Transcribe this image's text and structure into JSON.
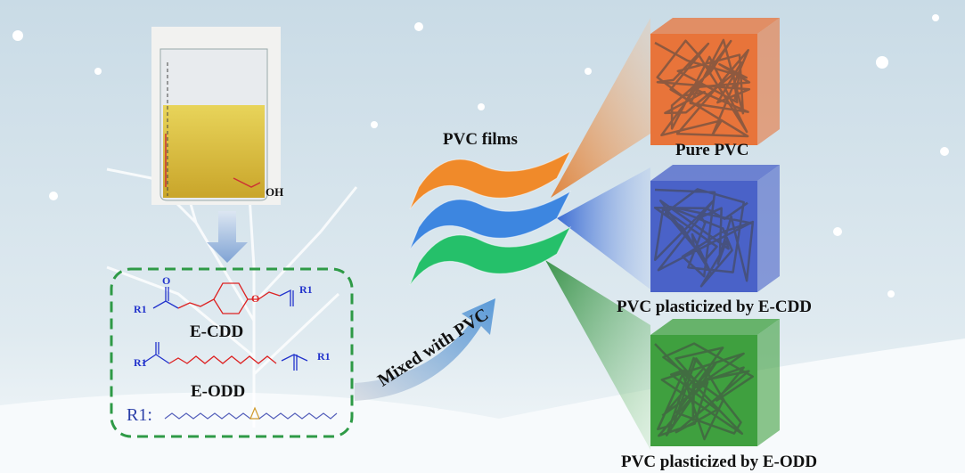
{
  "beaker": {
    "oh_label": "OH"
  },
  "structures": {
    "compound1": {
      "name": "E-CDD"
    },
    "compound2": {
      "name": "E-ODD"
    },
    "r_group_label": "R1:",
    "atom_o": "O",
    "atom_r1": "R1"
  },
  "arrow_label": "Mixed with PVC",
  "films_label": "PVC films",
  "cubes": [
    {
      "label": "Pure PVC",
      "color": "#e8743a"
    },
    {
      "label": "PVC plasticized by E-CDD",
      "color": "#4a62c8"
    },
    {
      "label": "PVC plasticized by E-ODD",
      "color": "#3fa03f"
    }
  ],
  "films": [
    {
      "color": "#f08a2a"
    },
    {
      "color": "#3d86e0"
    },
    {
      "color": "#25c06a"
    }
  ]
}
